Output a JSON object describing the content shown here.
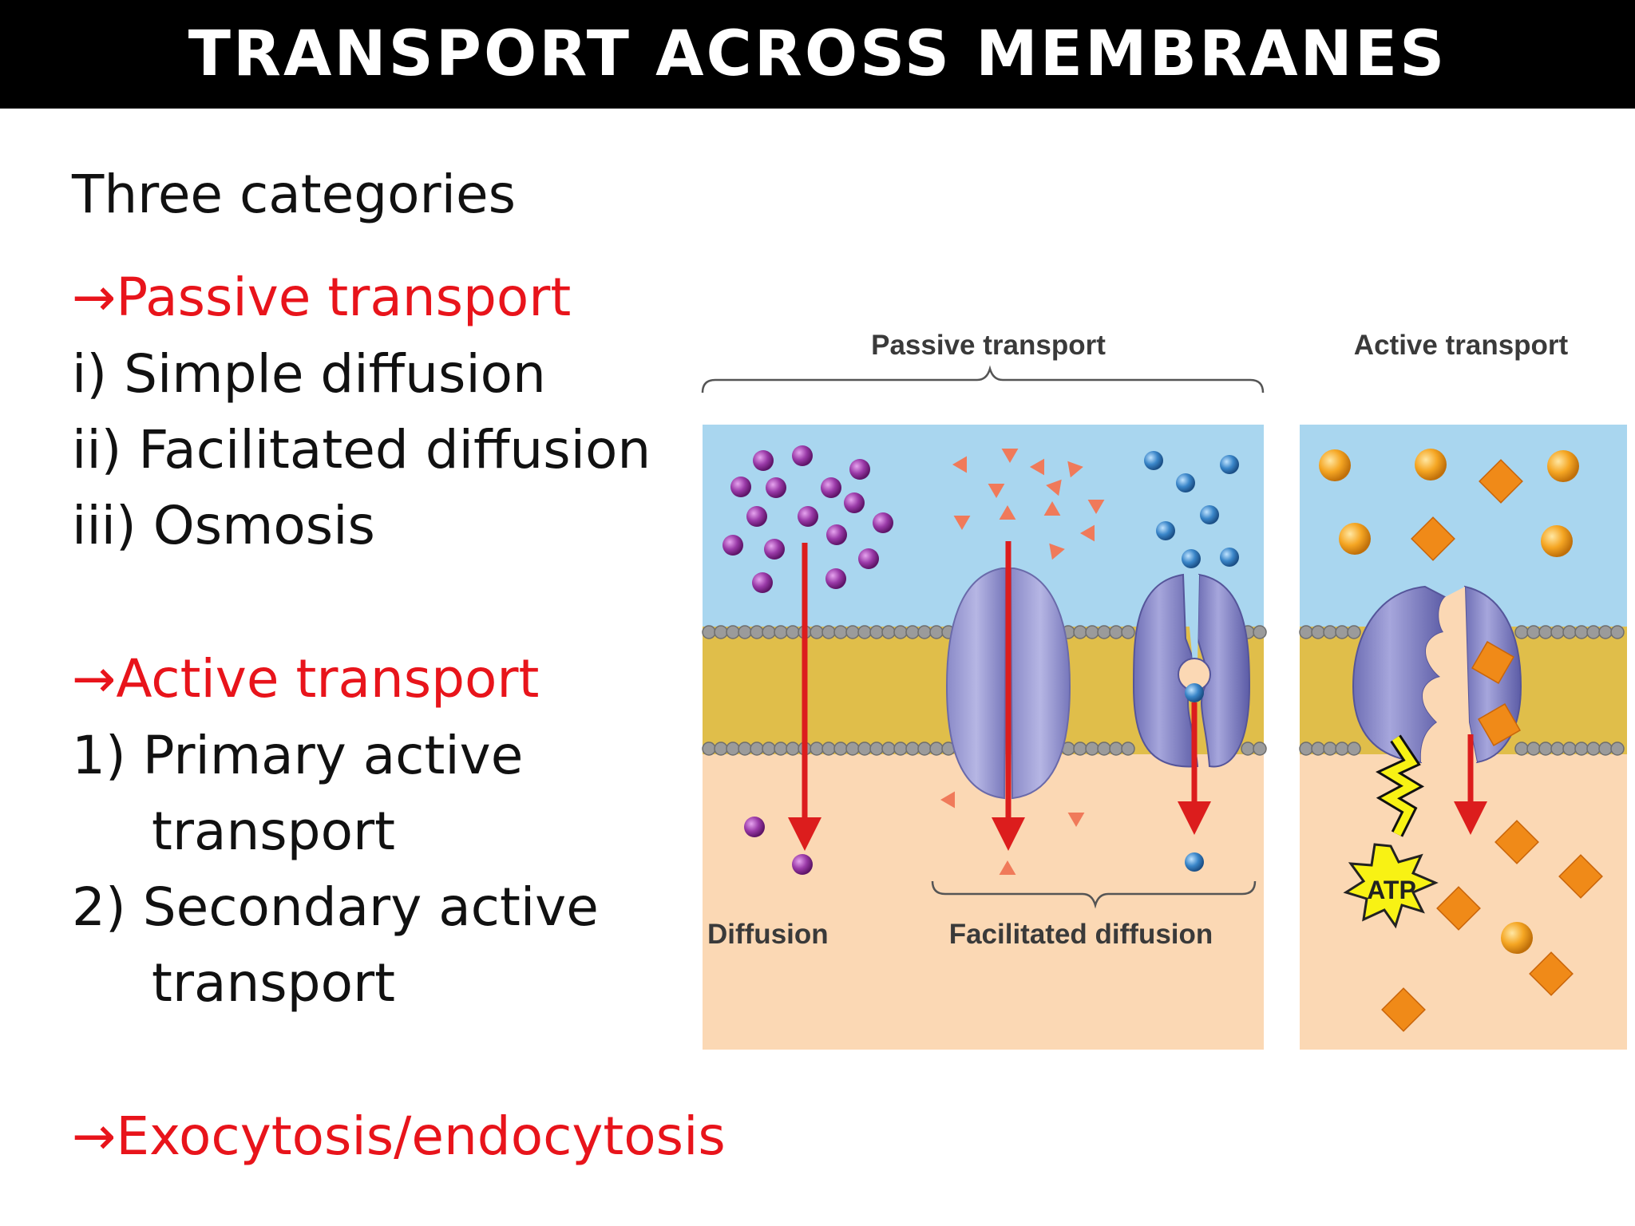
{
  "title": "TRANSPORT ACROSS MEMBRANES",
  "intro": "Three categories",
  "arrow_glyph": "→",
  "passive": {
    "heading": "Passive transport",
    "items": [
      "i) Simple diffusion",
      "ii) Facilitated diffusion",
      "iii) Osmosis"
    ]
  },
  "active": {
    "heading": "Active transport",
    "item1": [
      "1) Primary active",
      "transport"
    ],
    "item2": [
      "2) Secondary active",
      "transport"
    ]
  },
  "other": {
    "heading": "Exocytosis/endocytosis"
  },
  "diagram": {
    "passive_label": "Passive transport",
    "active_label": "Active transport",
    "diffusion_label": "Diffusion",
    "facilitated_label": "Facilitated diffusion",
    "atp_label": "ATP"
  },
  "colors": {
    "heading_red": "#e8141b",
    "extracellular": "#a9d6ef",
    "cytoplasm": "#fbd8b4",
    "lipid_tail": "#e0be4a",
    "lipid_head": "#9b9b9b",
    "arrow_red": "#dc1d1d",
    "purple_molecule": "#9a3aa8",
    "triangle_molecule": "#f07a5a",
    "blue_molecule": "#3a86c9",
    "orange_ball": "#f5a623",
    "orange_diamond": "#f08a18",
    "protein": "#9a9ad2",
    "atp_burst": "#f8f214"
  }
}
